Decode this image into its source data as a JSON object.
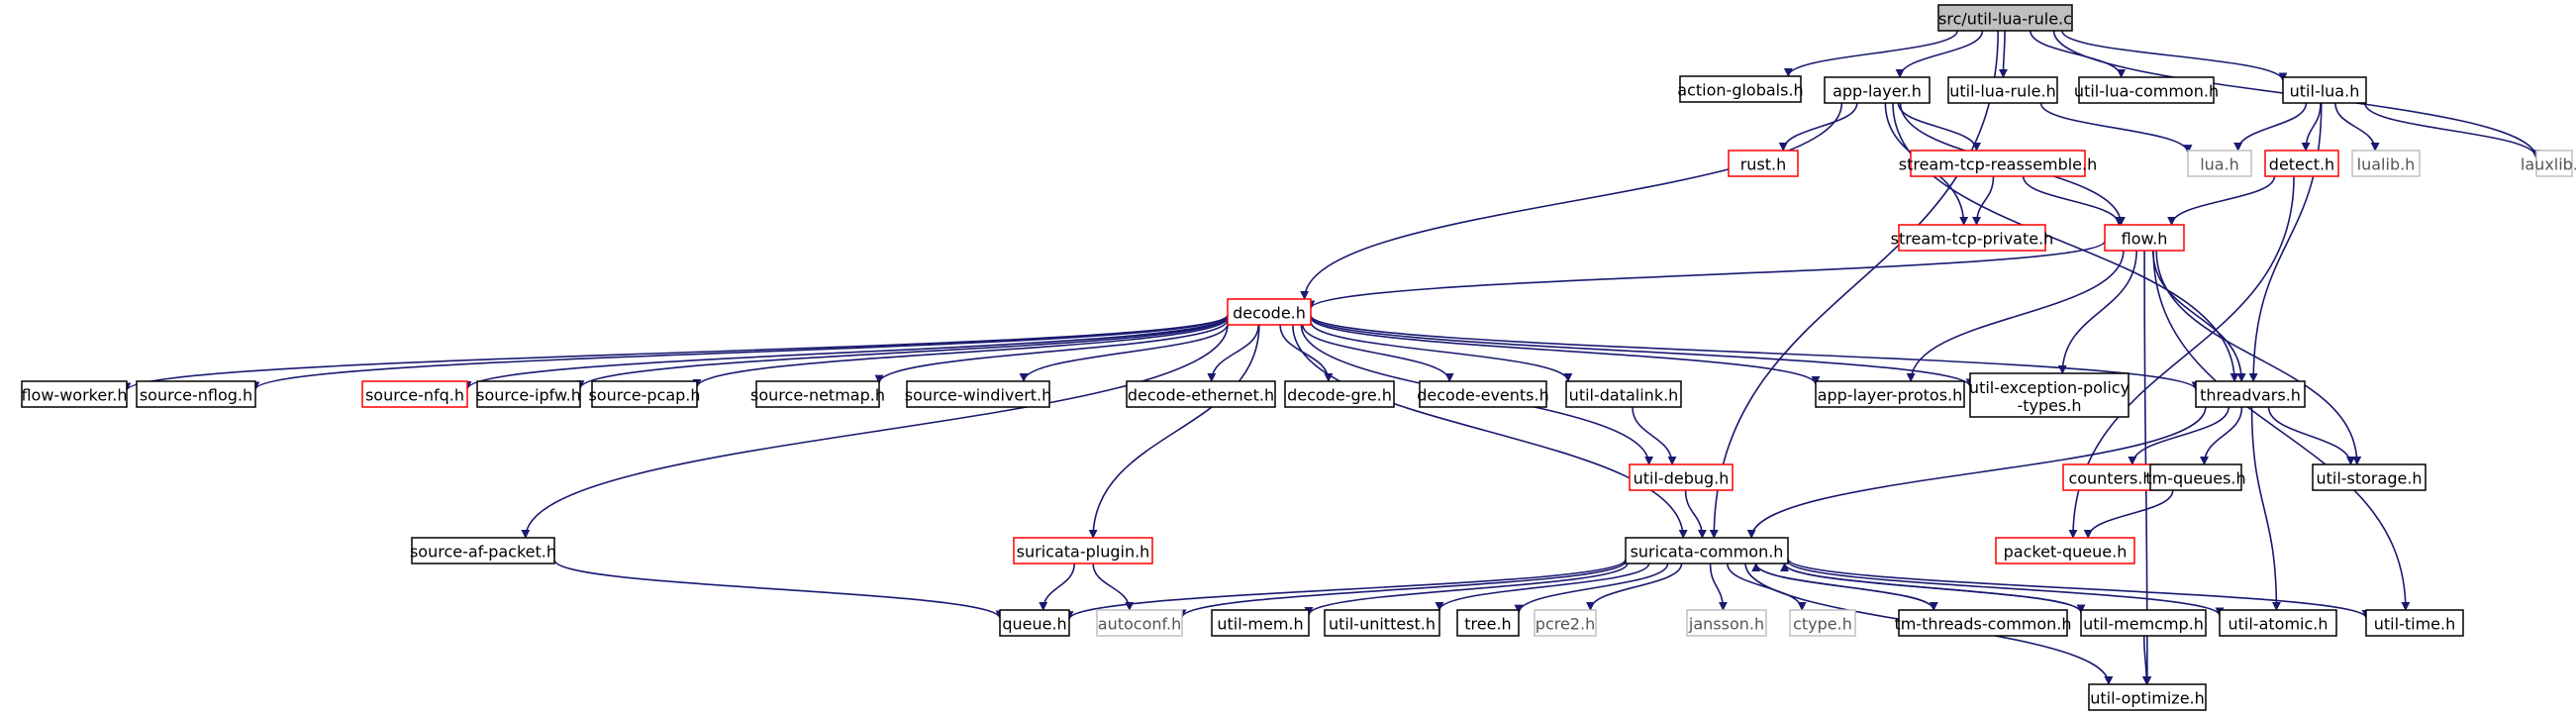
{
  "colors": {
    "edge": "#191970",
    "border_normal": "#000000",
    "border_truncated": "#ff0000",
    "border_external": "#bfbfbf",
    "root_fill": "#bfbfbf",
    "node_fill": "#ffffff"
  },
  "nodes": [
    {
      "id": "root",
      "label": "src/util-lua-rule.c",
      "kind": "root"
    },
    {
      "id": "action_globals",
      "label": "action-globals.h",
      "kind": "normal"
    },
    {
      "id": "app_layer",
      "label": "app-layer.h",
      "kind": "normal"
    },
    {
      "id": "util_lua_rule",
      "label": "util-lua-rule.h",
      "kind": "normal"
    },
    {
      "id": "util_lua_common",
      "label": "util-lua-common.h",
      "kind": "normal"
    },
    {
      "id": "util_lua",
      "label": "util-lua.h",
      "kind": "normal"
    },
    {
      "id": "rust",
      "label": "rust.h",
      "kind": "truncated"
    },
    {
      "id": "stream_tcp_reassemble",
      "label": "stream-tcp-reassemble.h",
      "kind": "truncated"
    },
    {
      "id": "lua",
      "label": "lua.h",
      "kind": "external"
    },
    {
      "id": "detect",
      "label": "detect.h",
      "kind": "truncated"
    },
    {
      "id": "lualib",
      "label": "lualib.h",
      "kind": "external"
    },
    {
      "id": "lauxlib",
      "label": "lauxlib.h",
      "kind": "external"
    },
    {
      "id": "stream_tcp_private",
      "label": "stream-tcp-private.h",
      "kind": "truncated"
    },
    {
      "id": "flow",
      "label": "flow.h",
      "kind": "truncated"
    },
    {
      "id": "decode",
      "label": "decode.h",
      "kind": "truncated"
    },
    {
      "id": "flow_worker",
      "label": "flow-worker.h",
      "kind": "normal"
    },
    {
      "id": "source_nflog",
      "label": "source-nflog.h",
      "kind": "normal"
    },
    {
      "id": "source_nfq",
      "label": "source-nfq.h",
      "kind": "truncated"
    },
    {
      "id": "source_ipfw",
      "label": "source-ipfw.h",
      "kind": "normal"
    },
    {
      "id": "source_pcap",
      "label": "source-pcap.h",
      "kind": "normal"
    },
    {
      "id": "source_netmap",
      "label": "source-netmap.h",
      "kind": "normal"
    },
    {
      "id": "source_windivert",
      "label": "source-windivert.h",
      "kind": "normal"
    },
    {
      "id": "decode_ethernet",
      "label": "decode-ethernet.h",
      "kind": "normal"
    },
    {
      "id": "decode_gre",
      "label": "decode-gre.h",
      "kind": "normal"
    },
    {
      "id": "decode_events",
      "label": "decode-events.h",
      "kind": "normal"
    },
    {
      "id": "util_datalink",
      "label": "util-datalink.h",
      "kind": "normal"
    },
    {
      "id": "app_layer_protos",
      "label": "app-layer-protos.h",
      "kind": "normal"
    },
    {
      "id": "util_exception_policy",
      "label": "util-exception-policy\n-types.h",
      "kind": "normal"
    },
    {
      "id": "threadvars",
      "label": "threadvars.h",
      "kind": "normal"
    },
    {
      "id": "util_debug",
      "label": "util-debug.h",
      "kind": "truncated"
    },
    {
      "id": "counters",
      "label": "counters.h",
      "kind": "truncated"
    },
    {
      "id": "tm_queues",
      "label": "tm-queues.h",
      "kind": "normal"
    },
    {
      "id": "util_storage",
      "label": "util-storage.h",
      "kind": "normal"
    },
    {
      "id": "source_af_packet",
      "label": "source-af-packet.h",
      "kind": "normal"
    },
    {
      "id": "suricata_plugin",
      "label": "suricata-plugin.h",
      "kind": "truncated"
    },
    {
      "id": "suricata_common",
      "label": "suricata-common.h",
      "kind": "normal"
    },
    {
      "id": "packet_queue",
      "label": "packet-queue.h",
      "kind": "truncated"
    },
    {
      "id": "queue",
      "label": "queue.h",
      "kind": "normal"
    },
    {
      "id": "autoconf",
      "label": "autoconf.h",
      "kind": "external"
    },
    {
      "id": "util_mem",
      "label": "util-mem.h",
      "kind": "normal"
    },
    {
      "id": "util_unittest",
      "label": "util-unittest.h",
      "kind": "normal"
    },
    {
      "id": "tree",
      "label": "tree.h",
      "kind": "normal"
    },
    {
      "id": "pcre2",
      "label": "pcre2.h",
      "kind": "external"
    },
    {
      "id": "jansson",
      "label": "jansson.h",
      "kind": "external"
    },
    {
      "id": "ctype",
      "label": "ctype.h",
      "kind": "external"
    },
    {
      "id": "tm_threads_common",
      "label": "tm-threads-common.h",
      "kind": "normal"
    },
    {
      "id": "util_memcmp",
      "label": "util-memcmp.h",
      "kind": "normal"
    },
    {
      "id": "util_atomic",
      "label": "util-atomic.h",
      "kind": "normal"
    },
    {
      "id": "util_time",
      "label": "util-time.h",
      "kind": "normal"
    },
    {
      "id": "util_optimize",
      "label": "util-optimize.h",
      "kind": "normal"
    }
  ],
  "edges": [
    [
      "root",
      "action_globals"
    ],
    [
      "root",
      "app_layer"
    ],
    [
      "root",
      "util_lua_rule"
    ],
    [
      "root",
      "util_lua_common"
    ],
    [
      "root",
      "util_lua"
    ],
    [
      "root",
      "lauxlib"
    ],
    [
      "root",
      "suricata_common"
    ],
    [
      "app_layer",
      "rust"
    ],
    [
      "app_layer",
      "stream_tcp_reassemble"
    ],
    [
      "app_layer",
      "stream_tcp_private"
    ],
    [
      "app_layer",
      "flow"
    ],
    [
      "app_layer",
      "decode"
    ],
    [
      "app_layer",
      "threadvars"
    ],
    [
      "util_lua_rule",
      "lua"
    ],
    [
      "util_lua",
      "lua"
    ],
    [
      "util_lua",
      "detect"
    ],
    [
      "util_lua",
      "lualib"
    ],
    [
      "util_lua",
      "lauxlib"
    ],
    [
      "util_lua",
      "threadvars"
    ],
    [
      "stream_tcp_reassemble",
      "stream_tcp_private"
    ],
    [
      "stream_tcp_reassemble",
      "flow"
    ],
    [
      "detect",
      "flow"
    ],
    [
      "detect",
      "packet_queue"
    ],
    [
      "flow",
      "decode"
    ],
    [
      "flow",
      "app_layer_protos"
    ],
    [
      "flow",
      "util_exception_policy"
    ],
    [
      "flow",
      "util_storage"
    ],
    [
      "flow",
      "util_time"
    ],
    [
      "flow",
      "util_optimize"
    ],
    [
      "flow",
      "threadvars"
    ],
    [
      "decode",
      "flow_worker"
    ],
    [
      "decode",
      "source_nflog"
    ],
    [
      "decode",
      "source_nfq"
    ],
    [
      "decode",
      "source_ipfw"
    ],
    [
      "decode",
      "source_pcap"
    ],
    [
      "decode",
      "source_netmap"
    ],
    [
      "decode",
      "source_windivert"
    ],
    [
      "decode",
      "decode_ethernet"
    ],
    [
      "decode",
      "decode_gre"
    ],
    [
      "decode",
      "decode_events"
    ],
    [
      "decode",
      "util_datalink"
    ],
    [
      "decode",
      "app_layer_protos"
    ],
    [
      "decode",
      "util_exception_policy"
    ],
    [
      "decode",
      "threadvars"
    ],
    [
      "decode",
      "util_debug"
    ],
    [
      "decode",
      "source_af_packet"
    ],
    [
      "decode",
      "suricata_plugin"
    ],
    [
      "decode",
      "suricata_common"
    ],
    [
      "util_datalink",
      "util_debug"
    ],
    [
      "util_debug",
      "suricata_common"
    ],
    [
      "threadvars",
      "counters"
    ],
    [
      "threadvars",
      "tm_queues"
    ],
    [
      "threadvars",
      "util_storage"
    ],
    [
      "threadvars",
      "util_atomic"
    ],
    [
      "threadvars",
      "suricata_common"
    ],
    [
      "tm_queues",
      "packet_queue"
    ],
    [
      "source_af_packet",
      "queue"
    ],
    [
      "suricata_plugin",
      "queue"
    ],
    [
      "suricata_plugin",
      "autoconf"
    ],
    [
      "suricata_common",
      "queue"
    ],
    [
      "suricata_common",
      "autoconf"
    ],
    [
      "suricata_common",
      "util_mem"
    ],
    [
      "suricata_common",
      "util_unittest"
    ],
    [
      "suricata_common",
      "tree"
    ],
    [
      "suricata_common",
      "pcre2"
    ],
    [
      "suricata_common",
      "jansson"
    ],
    [
      "suricata_common",
      "ctype"
    ],
    [
      "suricata_common",
      "tm_threads_common"
    ],
    [
      "suricata_common",
      "util_memcmp"
    ],
    [
      "suricata_common",
      "util_atomic"
    ],
    [
      "suricata_common",
      "util_time"
    ],
    [
      "suricata_common",
      "util_optimize"
    ],
    [
      "tm_threads_common",
      "suricata_common"
    ],
    [
      "util_memcmp",
      "suricata_common"
    ],
    [
      "util_memcmp",
      "util_optimize"
    ]
  ]
}
